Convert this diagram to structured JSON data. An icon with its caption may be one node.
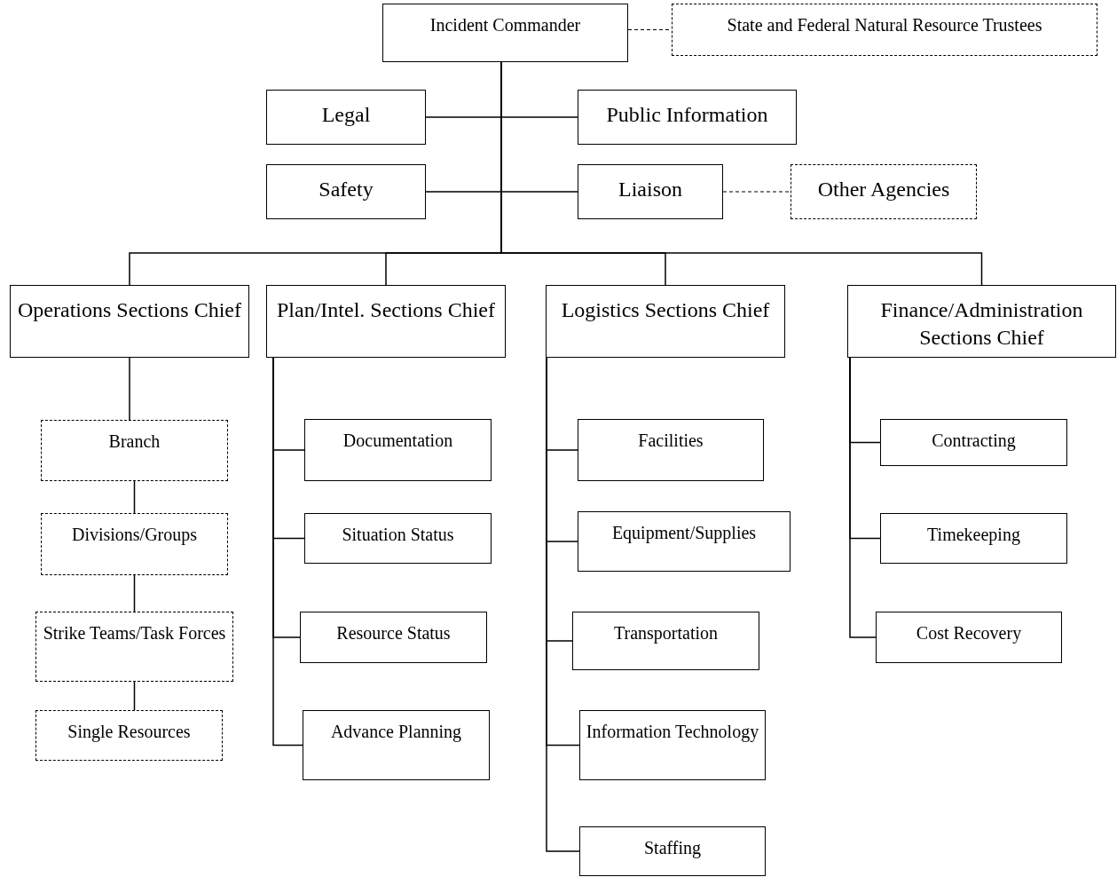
{
  "diagram": {
    "nodes": [
      {
        "text": [
          "Incident Commander"
        ]
      },
      {
        "text": [
          "State and Federal Natural Resource Trustees"
        ]
      },
      {
        "text": [
          "Legal"
        ]
      },
      {
        "text": [
          "Public Information"
        ]
      },
      {
        "text": [
          "Safety"
        ]
      },
      {
        "text": [
          "Liaison"
        ]
      },
      {
        "text": [
          "Other Agencies"
        ]
      },
      {
        "text": [
          "Operations Sections Chief"
        ]
      },
      {
        "text": [
          "Plan/Intel. Sections Chief"
        ]
      },
      {
        "text": [
          "Logistics Sections Chief"
        ]
      },
      {
        "text": [
          "Finance/Administration Sections Chief"
        ]
      },
      {
        "text": [
          "Branch"
        ]
      },
      {
        "text": [
          "Divisions/Groups"
        ]
      },
      {
        "text": [
          "Strike Teams/Task Forces"
        ]
      },
      {
        "text": [
          "Single Resources"
        ]
      },
      {
        "text": [
          "Documentation"
        ]
      },
      {
        "text": [
          "Situation Status"
        ]
      },
      {
        "text": [
          "Resource Status"
        ]
      },
      {
        "text": [
          "Advance Planning"
        ]
      },
      {
        "text": [
          "Facilities"
        ]
      },
      {
        "text": [
          "Equipment/Supplies"
        ]
      },
      {
        "text": [
          "Transportation"
        ]
      },
      {
        "text": [
          "Information Technology"
        ]
      },
      {
        "text": [
          "Staffing"
        ]
      },
      {
        "text": [
          "Contracting"
        ]
      },
      {
        "text": [
          "Timekeeping"
        ]
      },
      {
        "text": [
          "Cost Recovery"
        ]
      }
    ],
    "edges": [
      {
        "from": 0,
        "to": 1,
        "arrow": "none",
        "style": "dashed"
      },
      {
        "from": 0,
        "to": 2,
        "arrow": "none"
      },
      {
        "from": 0,
        "to": 3,
        "arrow": "none"
      },
      {
        "from": 0,
        "to": 4,
        "arrow": "none"
      },
      {
        "from": 0,
        "to": 5,
        "arrow": "none"
      },
      {
        "from": 5,
        "to": 6,
        "arrow": "none",
        "style": "dashed"
      },
      {
        "from": 0,
        "to": 7,
        "arrow": "none"
      },
      {
        "from": 0,
        "to": 8,
        "arrow": "none"
      },
      {
        "from": 0,
        "to": 9,
        "arrow": "none"
      },
      {
        "from": 0,
        "to": 10,
        "arrow": "none"
      },
      {
        "from": 7,
        "to": 11,
        "arrow": "none"
      },
      {
        "from": 11,
        "to": 12,
        "arrow": "none"
      },
      {
        "from": 12,
        "to": 13,
        "arrow": "none"
      },
      {
        "from": 13,
        "to": 14,
        "arrow": "none"
      },
      {
        "from": 8,
        "to": 15,
        "arrow": "none"
      },
      {
        "from": 8,
        "to": 16,
        "arrow": "none"
      },
      {
        "from": 8,
        "to": 17,
        "arrow": "none"
      },
      {
        "from": 8,
        "to": 18,
        "arrow": "none"
      },
      {
        "from": 9,
        "to": 19,
        "arrow": "none"
      },
      {
        "from": 9,
        "to": 20,
        "arrow": "none"
      },
      {
        "from": 9,
        "to": 21,
        "arrow": "none"
      },
      {
        "from": 9,
        "to": 22,
        "arrow": "none"
      },
      {
        "from": 9,
        "to": 23,
        "arrow": "none"
      },
      {
        "from": 10,
        "to": 24,
        "arrow": "none"
      },
      {
        "from": 10,
        "to": 25,
        "arrow": "none"
      },
      {
        "from": 10,
        "to": 26,
        "arrow": "none"
      }
    ]
  }
}
